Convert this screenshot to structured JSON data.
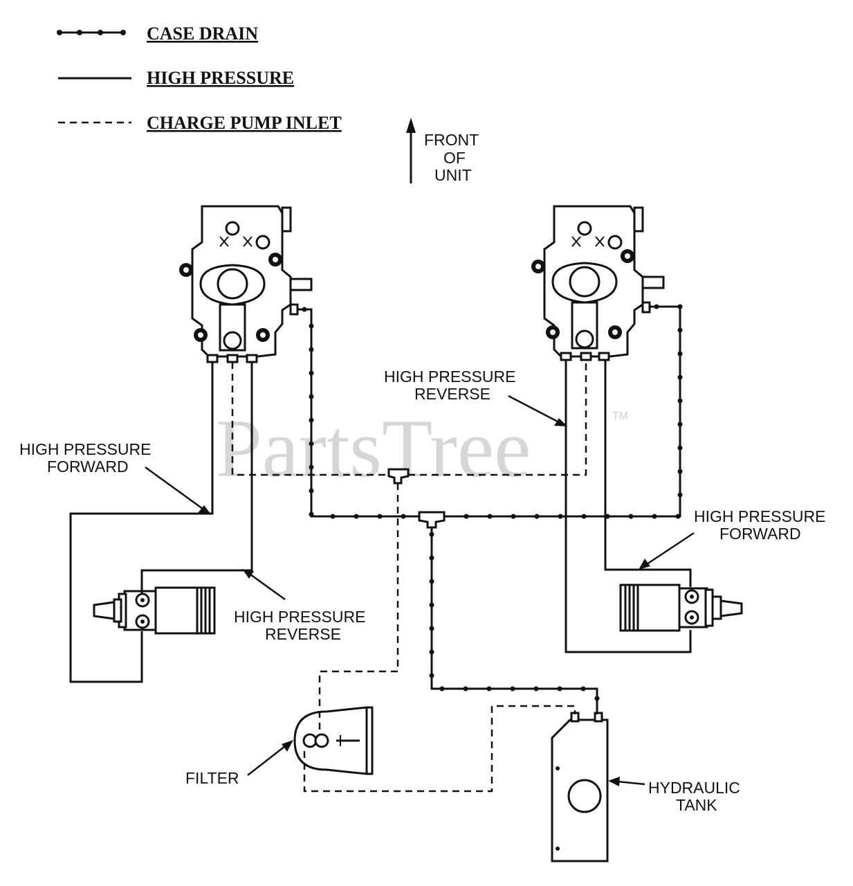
{
  "legend": {
    "case_drain": "CASE DRAIN",
    "high_pressure": "HIGH PRESSURE",
    "charge_pump_inlet": "CHARGE PUMP INLET"
  },
  "front_of_unit": [
    "FRONT",
    "OF",
    "UNIT"
  ],
  "labels": {
    "hp_forward_left": [
      "HIGH PRESSURE",
      "FORWARD"
    ],
    "hp_reverse_left": [
      "HIGH PRESSURE",
      "REVERSE"
    ],
    "hp_reverse_right": [
      "HIGH PRESSURE",
      "REVERSE"
    ],
    "hp_forward_right": [
      "HIGH PRESSURE",
      "FORWARD"
    ],
    "filter": "FILTER",
    "hydraulic_tank": [
      "HYDRAULIC",
      "TANK"
    ]
  },
  "watermark": {
    "text": "PartsTree",
    "tm": "TM"
  }
}
